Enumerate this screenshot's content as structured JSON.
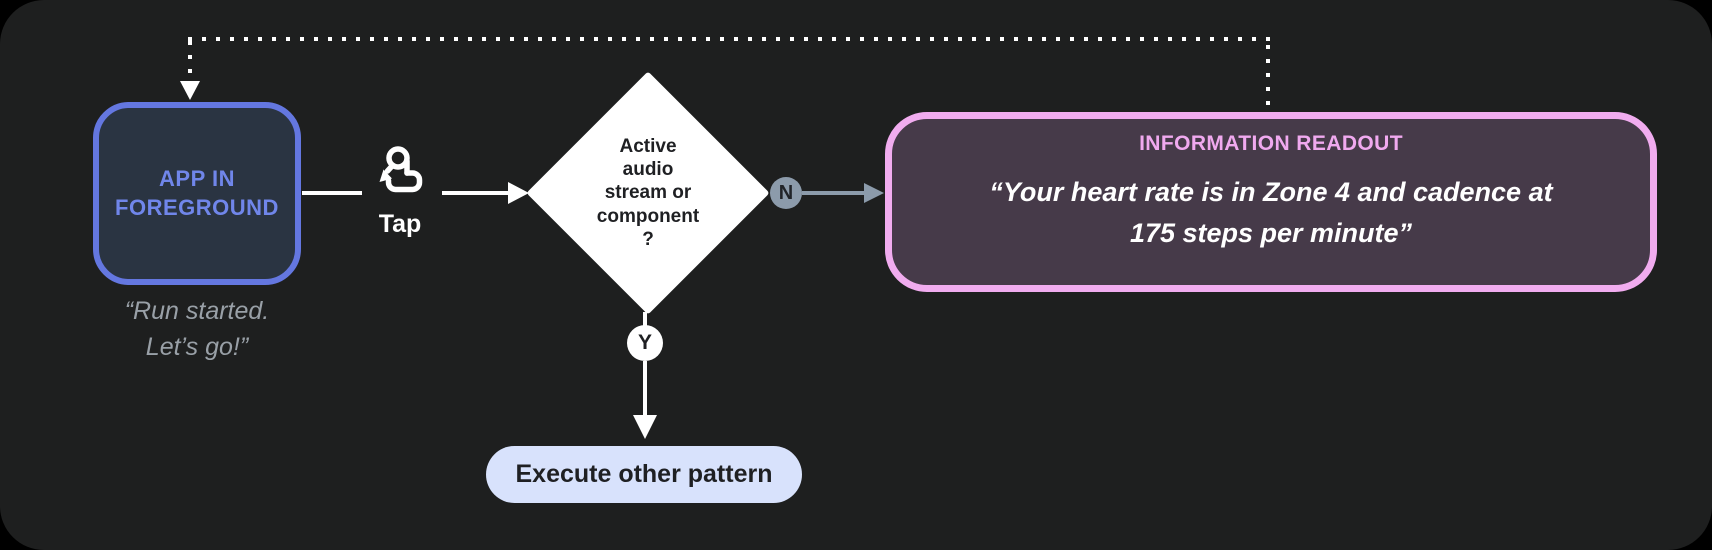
{
  "colors": {
    "panel_bg": "#1E1F1F",
    "app_border": "#6477E0",
    "app_fill": "#2A3442",
    "app_text": "#7086EA",
    "caption_text": "#99A0A7",
    "flow_white": "#FFFFFF",
    "decision_fill": "#FFFFFF",
    "decision_text": "#1F2023",
    "no_branch": "#8C9BAB",
    "readout_border": "#F1ACEF",
    "readout_fill": "#463A49",
    "readout_title": "#F0A9EF",
    "action_fill": "#D8E2FC",
    "action_text": "#1F2023"
  },
  "app_node": {
    "line1": "APP IN",
    "line2": "FOREGROUND"
  },
  "app_caption": {
    "line1": "“Run started.",
    "line2": "Let’s go!”"
  },
  "tap": {
    "label": "Tap"
  },
  "decision": {
    "lines": [
      "Active",
      "audio",
      "stream or",
      "component",
      "?"
    ]
  },
  "branches": {
    "no": "N",
    "yes": "Y"
  },
  "readout": {
    "title": "INFORMATION READOUT",
    "line1": "“Your heart rate is in Zone 4 and cadence at",
    "line2": "175 steps per minute”"
  },
  "action": {
    "label": "Execute other pattern"
  }
}
